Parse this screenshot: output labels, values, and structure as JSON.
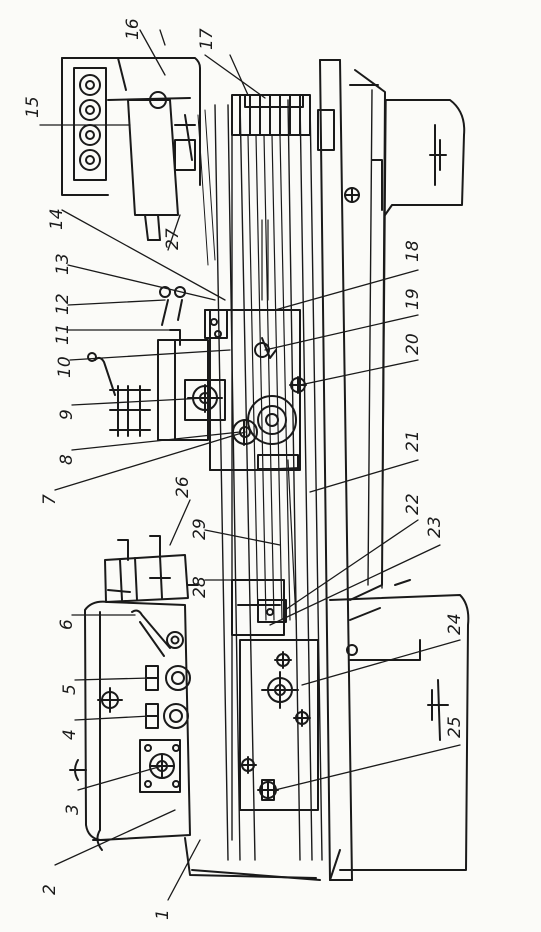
{
  "figure": {
    "ink_color": "#1a1a1a",
    "paper_color": "#fbfbf8",
    "callouts": [
      "1",
      "2",
      "3",
      "4",
      "5",
      "6",
      "7",
      "8",
      "9",
      "10",
      "11",
      "12",
      "13",
      "14",
      "15",
      "16",
      "17",
      "18",
      "19",
      "20",
      "21",
      "22",
      "23",
      "24",
      "25",
      "26",
      "27",
      "28",
      "29"
    ]
  }
}
